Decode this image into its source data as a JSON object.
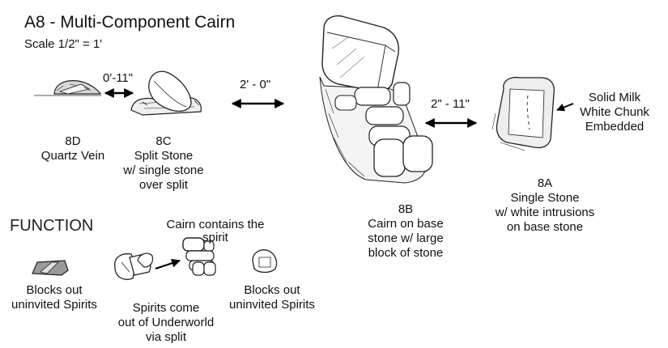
{
  "header": {
    "title": "A8 - Multi-Component Cairn",
    "scale": "Scale 1/2\" = 1'"
  },
  "dimensions": {
    "d1": "0'-11\"",
    "d2": "2' - 0\"",
    "d3": "2\" - 11\""
  },
  "components": {
    "c8d": {
      "id": "8D",
      "desc": "Quartz Vein"
    },
    "c8c": {
      "id": "8C",
      "line1": "Split Stone",
      "line2": "w/ single stone",
      "line3": "over split"
    },
    "c8b": {
      "id": "8B",
      "line1": "Cairn on base",
      "line2": "stone w/ large",
      "line3": "block of stone"
    },
    "c8a": {
      "id": "8A",
      "line1": "Single Stone",
      "line2": "w/ white intrusions",
      "line3": "on base stone"
    }
  },
  "note": {
    "line1": "Solid Milk",
    "line2": "White Chunk",
    "line3": "Embedded"
  },
  "function": {
    "heading": "FUNCTION",
    "cairn1": "Cairn contains the",
    "cairn2": "spirit",
    "block1a": "Blocks out",
    "block1b": "uninvited Spirits",
    "spirits1": "Spirits come",
    "spirits2": "out of Underworld",
    "spirits3": "via split",
    "block2a": "Blocks out",
    "block2b": "uninvited Spirits"
  }
}
